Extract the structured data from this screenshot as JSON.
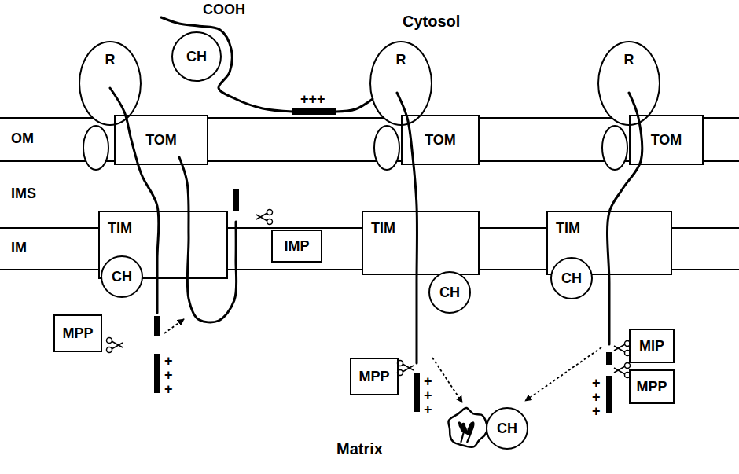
{
  "diagram": {
    "nodes": [
      {
        "text": [
          "CH"
        ]
      },
      {
        "text": [
          "R"
        ]
      },
      {
        "text": [
          "TOM"
        ]
      },
      {
        "text": [
          "R"
        ]
      },
      {
        "text": [
          "TOM"
        ]
      },
      {
        "text": [
          "R"
        ]
      },
      {
        "text": [
          "TOM"
        ]
      },
      {
        "text": [
          "TIM"
        ]
      },
      {
        "text": [
          "IMP"
        ]
      },
      {
        "text": [
          "TIM"
        ]
      },
      {
        "text": [
          "TIM"
        ]
      },
      {
        "text": [
          "CH"
        ]
      },
      {
        "text": [
          "CH"
        ]
      },
      {
        "text": [
          "CH"
        ]
      },
      {
        "text": [
          "MPP"
        ]
      },
      {
        "text": [
          "MPP"
        ]
      },
      {
        "text": [
          "MIP"
        ]
      },
      {
        "text": [
          "MPP"
        ]
      },
      {
        "text": [
          "CH"
        ]
      }
    ],
    "labels": [
      "COOH",
      "+++",
      "Cytosol",
      "OM",
      "IMS",
      "IM",
      "+++",
      "+++",
      "+++",
      "Matrix"
    ]
  }
}
